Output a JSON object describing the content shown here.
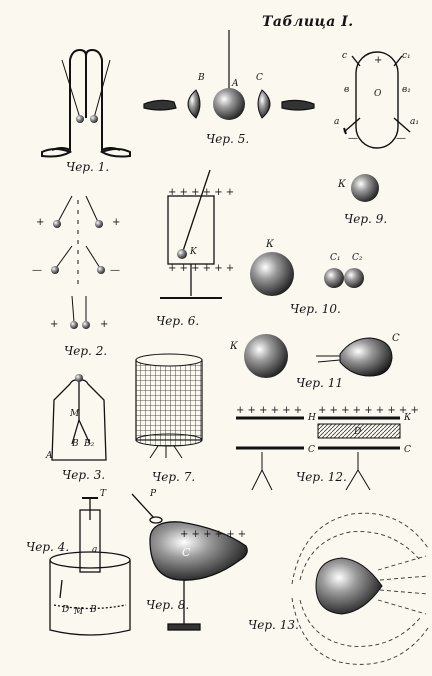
{
  "title": "Таблица I.",
  "captions": {
    "fig1": "Чер. 1.",
    "fig2": "Чер. 2.",
    "fig3": "Чер. 3.",
    "fig4": "Чер. 4.",
    "fig5": "Чер. 5.",
    "fig6": "Чер. 6.",
    "fig7": "Чер. 7.",
    "fig8": "Чер. 8.",
    "fig9": "Чер. 9.",
    "fig10": "Чер. 10.",
    "fig11": "Чер. 11",
    "fig12": "Чер. 12.",
    "fig13": "Чер. 13."
  },
  "labels": {
    "b": "B",
    "a": "A",
    "c": "C",
    "c_sym": "c",
    "c1_sym": "c₁",
    "plus": "+",
    "o": "O",
    "b_sym": "в",
    "b1_sym": "в₁",
    "a_sym": "a",
    "a1_sym": "a₁",
    "minus": "—",
    "k": "К",
    "k_plain": "K",
    "c_cap": "C",
    "c1_cap": "C₁",
    "c2_cap": "C₂",
    "m": "M",
    "b_low": "B",
    "b2_low": "B₂",
    "a_low": "A",
    "t": "T",
    "p": "P",
    "d": "D",
    "m_low": "M",
    "b_low2": "B",
    "a_rod": "a",
    "h": "H",
    "d_plate": "D"
  },
  "signs": {
    "plus": "+",
    "minus": "—",
    "plus_row": "+ + + + + +",
    "plus_row_long": "+ + + + + + + + +"
  }
}
